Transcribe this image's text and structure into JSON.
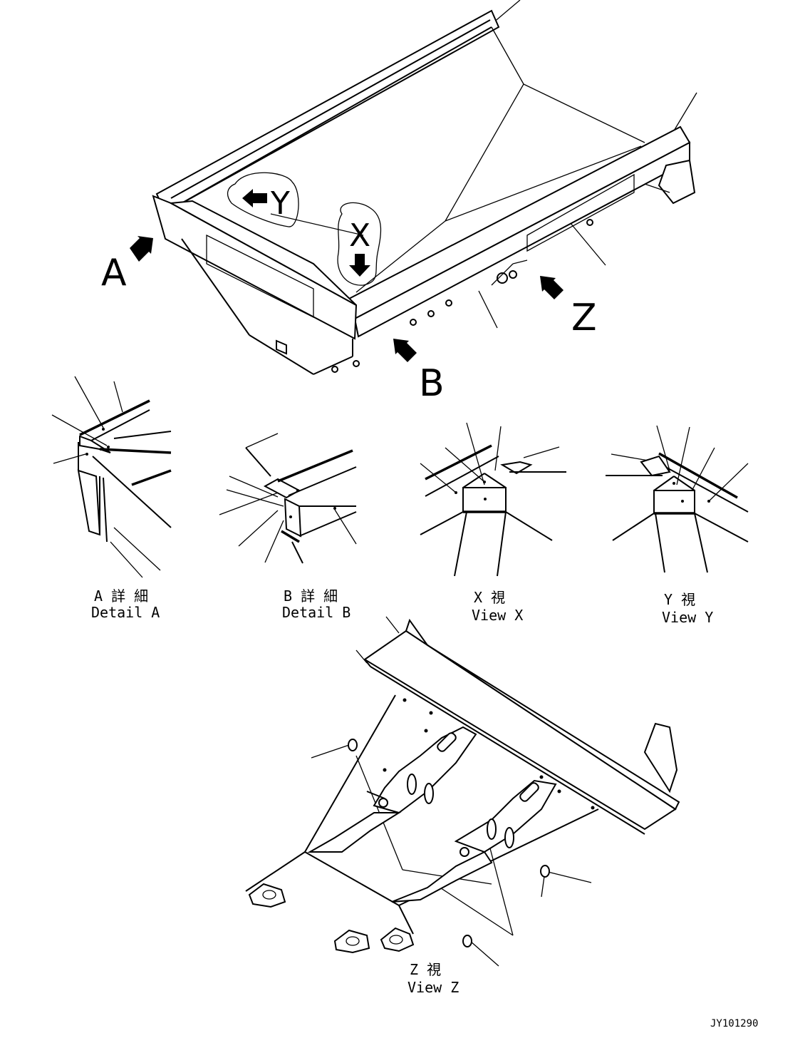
{
  "labels": {
    "arrow_y": "Y",
    "arrow_x": "X",
    "arrow_a": "A",
    "arrow_b": "B",
    "arrow_z": "Z"
  },
  "captions": {
    "detail_a_jp": "A 詳 細",
    "detail_a_en": "Detail A",
    "detail_b_jp": "B 詳 細",
    "detail_b_en": "Detail B",
    "view_x_jp": "X  視",
    "view_x_en": "View X",
    "view_y_jp": "Y  視",
    "view_y_en": "View Y",
    "view_z_jp": "Z  視",
    "view_z_en": "View Z"
  },
  "drawing_id": "JY101290"
}
